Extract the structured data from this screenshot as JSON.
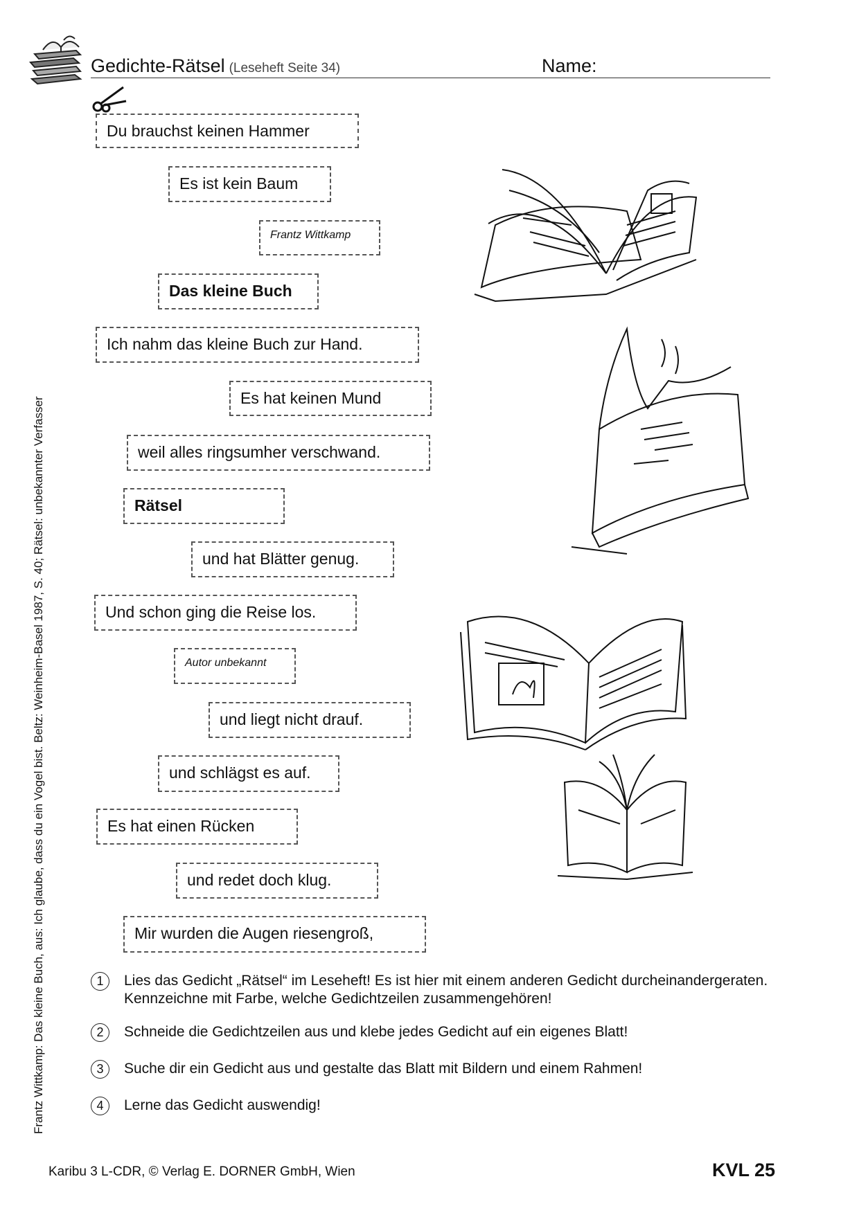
{
  "header": {
    "title": "Gedichte-Rätsel",
    "subtitle": "(Leseheft Seite 34)",
    "name_label": "Name:"
  },
  "side_text": "Frantz Wittkamp: Das kleine Buch, aus: Ich glaube, dass du ein Vogel bist. Beltz: Weinheim-Basel 1987, S. 40; Rätsel: unbekannter Verfasser",
  "strips": [
    {
      "text": "Du brauchst keinen Hammer"
    },
    {
      "text": "Es ist kein Baum"
    },
    {
      "text": "Frantz Wittkamp"
    },
    {
      "text": "Das kleine Buch"
    },
    {
      "text": "Ich nahm das kleine Buch zur Hand."
    },
    {
      "text": "Es hat keinen Mund"
    },
    {
      "text": "weil alles ringsumher verschwand."
    },
    {
      "text": "Rätsel"
    },
    {
      "text": "und hat Blätter genug."
    },
    {
      "text": "Und schon ging die Reise los."
    },
    {
      "text": "Autor unbekannt"
    },
    {
      "text": "und liegt nicht drauf."
    },
    {
      "text": "und schlägst es auf."
    },
    {
      "text": "Es hat einen Rücken"
    },
    {
      "text": "und redet doch klug."
    },
    {
      "text": "Mir wurden die Augen riesengroß,"
    }
  ],
  "tasks": [
    {
      "num": "1",
      "text": "Lies das Gedicht „Rätsel“ im Leseheft! Es ist hier mit einem anderen Gedicht durcheinandergeraten. Kennzeichne mit Farbe, welche Gedichtzeilen zusammengehören!"
    },
    {
      "num": "2",
      "text": "Schneide die Gedichtzeilen aus und klebe jedes Gedicht auf ein eigenes Blatt!"
    },
    {
      "num": "3",
      "text": "Suche dir ein Gedicht aus und gestalte das Blatt mit Bildern und einem Rahmen!"
    },
    {
      "num": "4",
      "text": "Lerne das Gedicht auswendig!"
    }
  ],
  "footer": {
    "left": "Karibu 3 L-CDR, © Verlag E. DORNER GmbH, Wien",
    "right": "KVL 25"
  },
  "icons": {
    "logo": "book-stack-icon",
    "scissors": "scissors-icon",
    "illustrations": [
      "open-book-icon",
      "flipping-book-icon",
      "open-book-icon",
      "small-open-book-icon"
    ]
  }
}
